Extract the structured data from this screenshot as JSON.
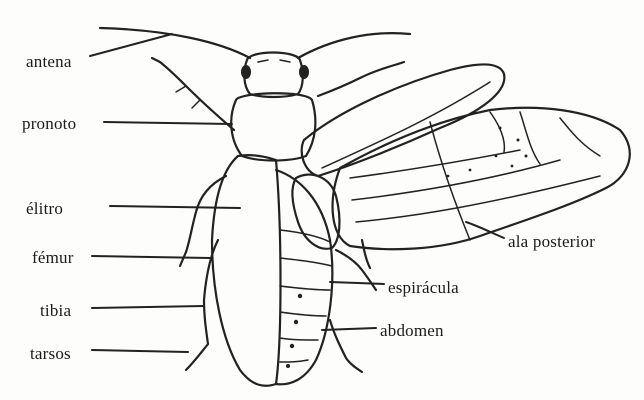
{
  "figure": {
    "labels": {
      "antena": "antena",
      "pronoto": "pronoto",
      "elitro": "élitro",
      "femur": "fémur",
      "tibia": "tibia",
      "tarsos": "tarsos",
      "ala_posterior": "ala posterior",
      "espiracula": "espirácula",
      "abdomen": "abdomen"
    },
    "ink_color": "#222222",
    "background_color": "#fdfdfb"
  }
}
